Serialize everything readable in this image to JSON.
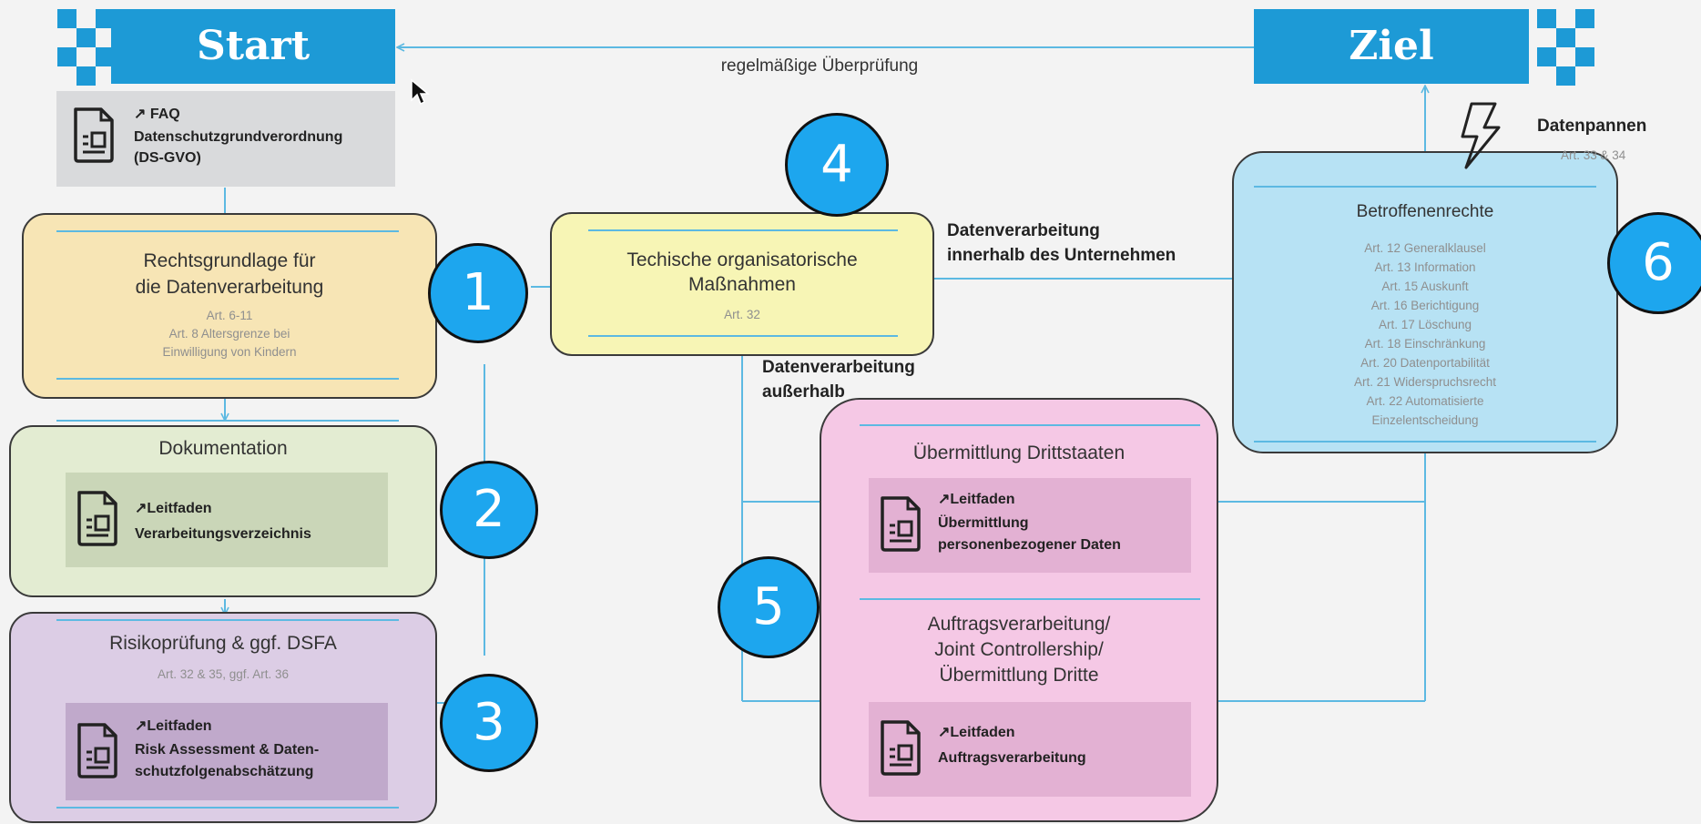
{
  "start_label": "Start",
  "ziel_label": "Ziel",
  "review_label": "regelmäßige Überprüfung",
  "faq": {
    "link": "FAQ",
    "title_1": "Datenschutzgrundverordnung",
    "title_2": "(DS-GVO)"
  },
  "box1": {
    "title_1": "Rechtsgrundlage für",
    "title_2": "die Datenverarbeitung",
    "art_1": "Art. 6-11",
    "art_2": "Art. 8 Altersgrenze bei",
    "art_3": "Einwilligung von Kindern"
  },
  "doku": {
    "title": "Dokumentation",
    "link": "Leitfaden",
    "doc": "Verarbeitungsverzeichnis"
  },
  "risiko": {
    "title": "Risikoprüfung & ggf. DSFA",
    "art": "Art. 32 & 35, ggf. Art. 36",
    "link": "Leitfaden",
    "doc_1": "Risk Assessment & Daten-",
    "doc_2": "schutzfolgenabschätzung"
  },
  "tom": {
    "title_1": "Techische organisatorische",
    "title_2": "Maßnahmen",
    "art": "Art. 32"
  },
  "inside_1": "Datenverarbeitung",
  "inside_2": "innerhalb des Unternehmen",
  "outside_1": "Datenverarbeitung",
  "outside_2": "außerhalb",
  "dritt": {
    "title": "Übermittlung Drittstaaten",
    "link": "Leitfaden",
    "doc_1": "Übermittlung",
    "doc_2": "personenbezogener Daten"
  },
  "auftrag": {
    "title_1": "Auftragsverarbeitung/",
    "title_2": "Joint Controllership/",
    "title_3": "Übermittlung Dritte",
    "link": "Leitfaden",
    "doc": "Auftragsverarbeitung"
  },
  "betroffenen": {
    "title": "Betroffenenrechte",
    "arts": [
      "Art. 12 Generalklausel",
      "Art. 13 Information",
      "Art. 15 Auskunft",
      "Art. 16 Berichtigung",
      "Art. 17 Löschung",
      "Art. 18 Einschränkung",
      "Art. 20 Datenportabilität",
      "Art. 21 Widerspruchsrecht",
      "Art. 22 Automatisierte",
      "Einzelentscheidung"
    ]
  },
  "pannen": {
    "title": "Datenpannen",
    "art": "Art. 33 & 34"
  },
  "steps": [
    "1",
    "2",
    "3",
    "4",
    "5",
    "6"
  ],
  "arrow_glyph": "↗",
  "colors": {
    "blue": "#1d9ad6",
    "circle": "#1da6ee",
    "line": "#5cb9e2",
    "faq_bg": "#d9dadc",
    "box1_bg": "#f7e5b5",
    "doku_bg": "#e3ecd2",
    "risiko_bg": "#dccde5",
    "tom_bg": "#f7f5b5",
    "dritt_bg": "#f5c8e5",
    "betroffenen_bg": "#b7e2f4"
  }
}
